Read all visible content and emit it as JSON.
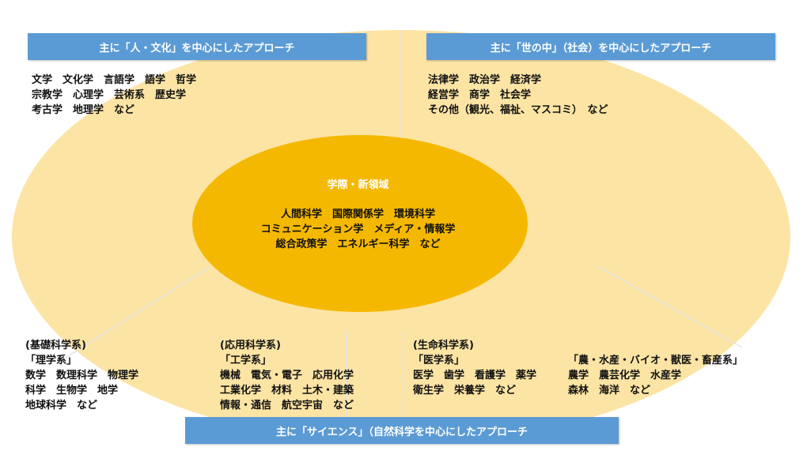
{
  "colors": {
    "outer_ellipse": "#FCE4A4",
    "inner_ellipse": "#F5B800",
    "header_fill": "#5B9BD5",
    "divider": "#E5E5E5"
  },
  "headers": {
    "top_left": "主に「人・文化」を中心にしたアプローチ",
    "top_right": "主に「世の中」（社会）を中心にしたアプローチ",
    "bottom": "主に「サイエンス」（自然科学を中心にしたアプローチ"
  },
  "top_left_lines": [
    "文学　文化学　言語学　語学　哲学",
    "宗教学　心理学　芸術系　歴史学",
    "考古学　地理学　など"
  ],
  "top_right_lines": [
    "法律学　政治学　経済学",
    "経営学　商学　社会学",
    "その他（観光、福祉、マスコミ）　など"
  ],
  "center": {
    "title": "学際・新領域",
    "lines": [
      "人間科学　国際関係学　環境科学",
      "コミュニケーション学　メディア・情報学",
      "総合政策学　エネルギー科学　など"
    ]
  },
  "science_basic_lines": [
    "(基礎科学系)",
    "「理学系」",
    "数学　数理科学　物理学",
    "科学　生物学　地学",
    "地球科学　など"
  ],
  "science_applied_lines": [
    "(応用科学系)",
    "「工学系」",
    "機械　電気・電子　応用化学",
    "工業化学　材料　土木・建築",
    "情報・通信　航空宇宙　など"
  ],
  "science_life_lines": [
    "(生命科学系)",
    "「医学系」",
    "医学　歯学　看護学　薬学",
    "衛生学　栄養学　など"
  ],
  "science_agri_lines": [
    "「農・水産・バイオ・獣医・畜産系」",
    "農学　農芸化学　水産学",
    "森林　海洋　など"
  ]
}
